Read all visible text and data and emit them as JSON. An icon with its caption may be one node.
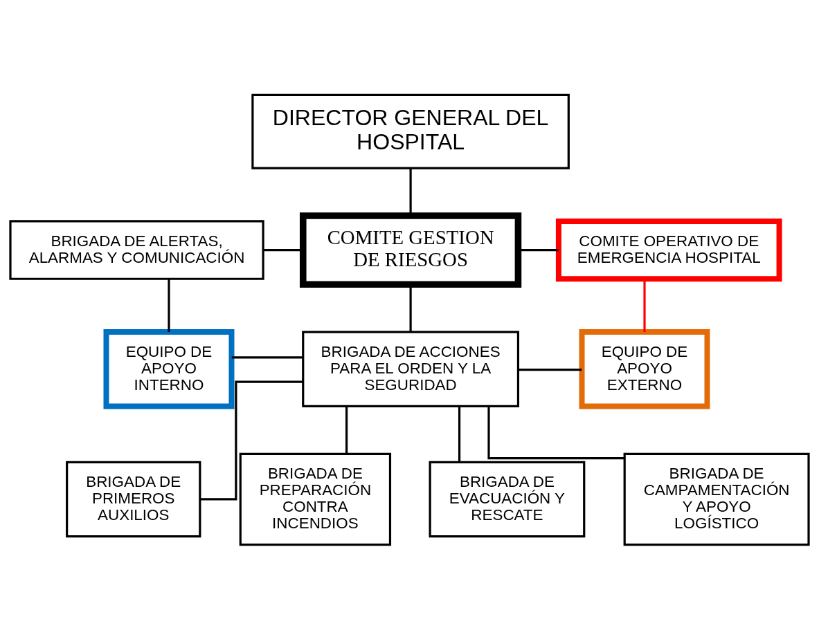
{
  "diagram": {
    "nodes": [
      {
        "text": [
          "DIRECTOR GENERAL DEL HOSPITAL"
        ]
      },
      {
        "text": [
          "BRIGADA DE ALERTAS, ALARMAS Y COMUNICACIÓN"
        ]
      },
      {
        "text": [
          "COMITE GESTION DE RIESGOS"
        ]
      },
      {
        "text": [
          "COMITE OPERATIVO DE EMERGENCIA HOSPITAL"
        ]
      },
      {
        "text": [
          "EQUIPO DE APOYO INTERNO"
        ]
      },
      {
        "text": [
          "BRIGADA DE ACCIONES PARA EL ORDEN Y LA SEGURIDAD"
        ]
      },
      {
        "text": [
          "EQUIPO DE APOYO EXTERNO"
        ]
      },
      {
        "text": [
          "BRIGADA DE PRIMEROS AUXILIOS"
        ]
      },
      {
        "text": [
          "BRIGADA DE PREPARACIÓN CONTRA INCENDIOS"
        ]
      },
      {
        "text": [
          "BRIGADA DE EVACUACIÓN Y RESCATE"
        ]
      },
      {
        "text": [
          "BRIGADA DE CAMPAMENTACIÓN Y APOYO LOGÍSTICO"
        ]
      }
    ],
    "edges": [
      {
        "from": 0,
        "to": 2,
        "arrow": "none"
      },
      {
        "from": 1,
        "to": 2,
        "arrow": "none"
      },
      {
        "from": 2,
        "to": 3,
        "arrow": "none"
      },
      {
        "from": 1,
        "to": 4,
        "arrow": "none"
      },
      {
        "from": 3,
        "to": 6,
        "arrow": "none",
        "color": "#ff0000"
      },
      {
        "from": 2,
        "to": 5,
        "arrow": "none"
      },
      {
        "from": 4,
        "to": 5,
        "arrow": "none"
      },
      {
        "from": 5,
        "to": 6,
        "arrow": "none"
      },
      {
        "from": 5,
        "to": 7,
        "arrow": "none"
      },
      {
        "from": 5,
        "to": 8,
        "arrow": "none"
      },
      {
        "from": 5,
        "to": 9,
        "arrow": "none"
      },
      {
        "from": 5,
        "to": 10,
        "arrow": "none"
      }
    ]
  }
}
